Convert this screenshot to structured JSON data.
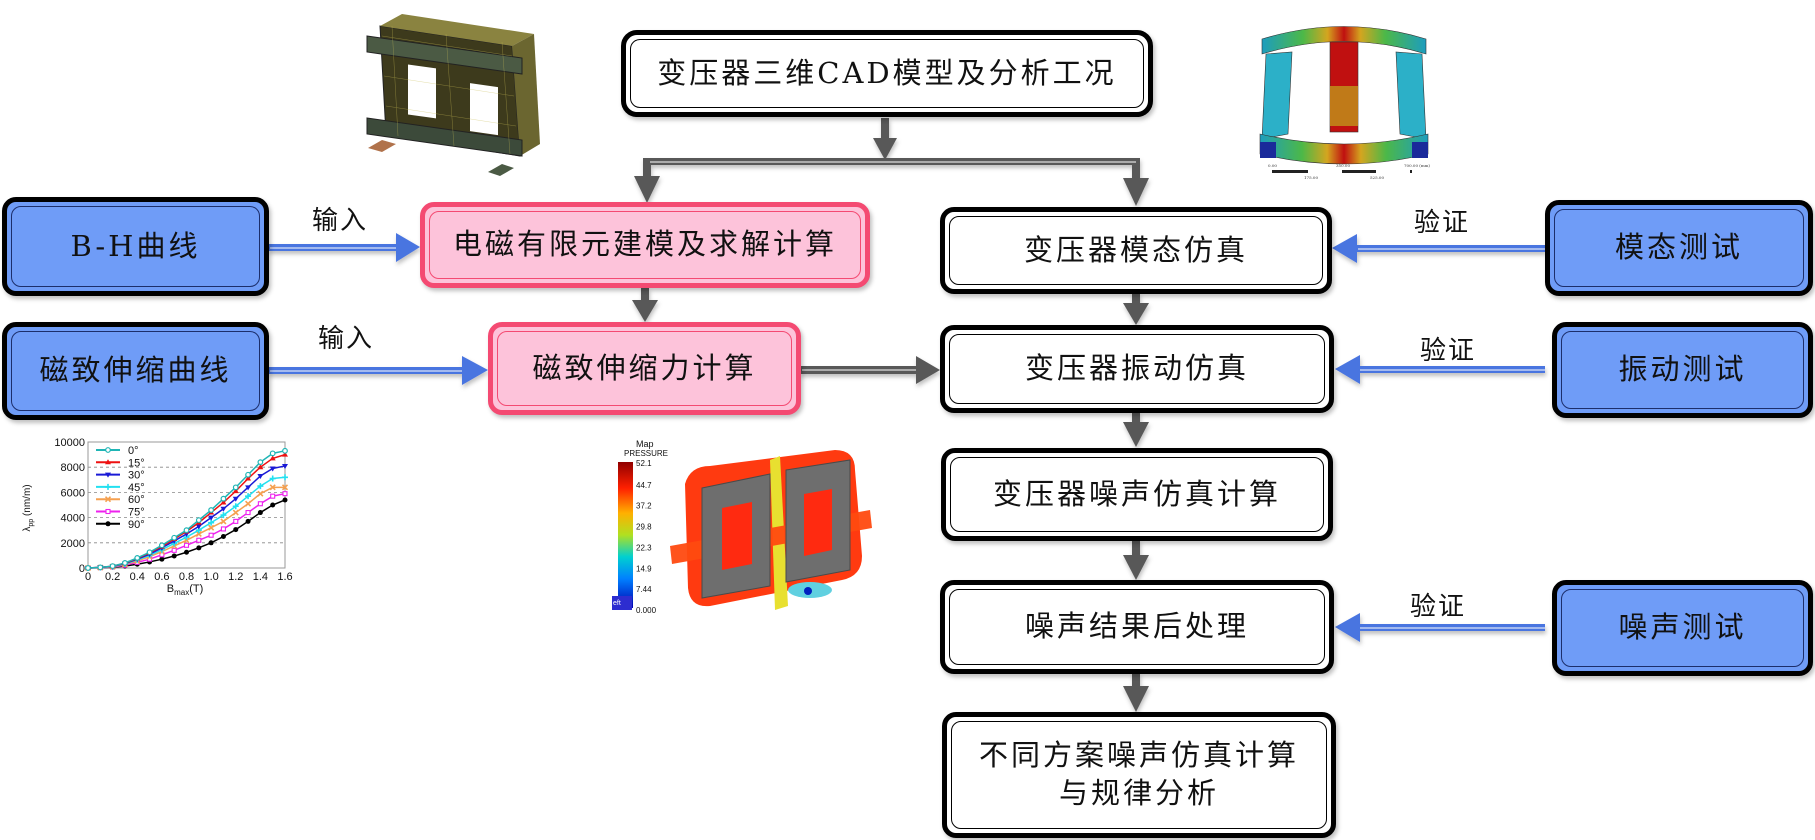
{
  "title_box": "变压器三维CAD模型及分析工况",
  "left_inputs": [
    {
      "label": "B-H曲线",
      "edge_label": "输入"
    },
    {
      "label": "磁致伸缩曲线",
      "edge_label": "输入"
    }
  ],
  "em_boxes": [
    {
      "label": "电磁有限元建模及求解计算"
    },
    {
      "label": "磁致伸缩力计算"
    }
  ],
  "sim_column": [
    {
      "label": "变压器模态仿真"
    },
    {
      "label": "变压器振动仿真"
    },
    {
      "label": "变压器噪声仿真计算"
    },
    {
      "label": "噪声结果后处理"
    },
    {
      "label": "不同方案噪声仿真计算",
      "label2": "与规律分析"
    }
  ],
  "tests": [
    {
      "label": "模态测试",
      "edge_label": "验证"
    },
    {
      "label": "振动测试",
      "edge_label": "验证"
    },
    {
      "label": "噪声测试",
      "edge_label": "验证"
    }
  ],
  "images": {
    "cad_model": "transformer-core-mesh-3d",
    "modal_result": "transformer-modal-shape-contour",
    "modal_scale": {
      "ticks_top": [
        "0.00",
        "350.00",
        "700.00 (mm)"
      ],
      "ticks_bottom": [
        "175.00",
        "525.00"
      ]
    },
    "pressure_map": {
      "title": "Map",
      "variable": "PRESSURE",
      "scale": [
        "52.1",
        "44.7",
        "37.2",
        "29.8",
        "22.3",
        "14.9",
        "7.44",
        "0.000"
      ],
      "logo_text": "eft"
    }
  },
  "colors": {
    "blue_fill": "#6f9cf7",
    "blue_arrow": "#4a74e0",
    "pink_fill": "#fdc3da",
    "pink_border": "#f44a72",
    "gray_arrow": "#595959"
  },
  "chart_data": {
    "type": "line",
    "title": "",
    "xlabel": "B_max(T)",
    "ylabel": "λ_pp (nm/m)",
    "xlim": [
      0,
      1.6
    ],
    "ylim": [
      0,
      10000
    ],
    "xticks": [
      "0",
      "0.2",
      "0.4",
      "0.6",
      "0.8",
      "1.0",
      "1.2",
      "1.4",
      "1.6"
    ],
    "yticks": [
      "0",
      "2000",
      "4000",
      "6000",
      "8000",
      "10000"
    ],
    "grid": "horizontal-dashed",
    "legend": "top-left",
    "x": [
      0,
      0.1,
      0.2,
      0.3,
      0.4,
      0.5,
      0.6,
      0.7,
      0.8,
      0.9,
      1.0,
      1.1,
      1.2,
      1.3,
      1.4,
      1.5,
      1.6
    ],
    "series": [
      {
        "name": "0°",
        "color": "#1fb5b5",
        "marker": "circle-open",
        "values": [
          0,
          50,
          150,
          400,
          800,
          1250,
          1800,
          2400,
          3000,
          3800,
          4600,
          5500,
          6400,
          7400,
          8400,
          9100,
          9300
        ]
      },
      {
        "name": "15°",
        "color": "#ee1111",
        "marker": "triangle-up",
        "values": [
          0,
          50,
          140,
          380,
          760,
          1200,
          1700,
          2300,
          2900,
          3600,
          4400,
          5200,
          6100,
          7100,
          8000,
          8700,
          9000
        ]
      },
      {
        "name": "30°",
        "color": "#1a1ad6",
        "marker": "triangle-down",
        "values": [
          0,
          45,
          130,
          350,
          700,
          1100,
          1600,
          2150,
          2700,
          3300,
          4000,
          4700,
          5500,
          6400,
          7300,
          7900,
          8100
        ]
      },
      {
        "name": "45°",
        "color": "#22e0f0",
        "marker": "plus",
        "values": [
          0,
          40,
          120,
          320,
          650,
          1000,
          1450,
          1950,
          2450,
          3000,
          3600,
          4200,
          4900,
          5700,
          6500,
          7100,
          7200
        ]
      },
      {
        "name": "60°",
        "color": "#f5a050",
        "marker": "x",
        "values": [
          0,
          35,
          100,
          280,
          560,
          900,
          1300,
          1750,
          2200,
          2700,
          3200,
          3700,
          4400,
          5100,
          5900,
          6400,
          6400
        ]
      },
      {
        "name": "75°",
        "color": "#ee22ee",
        "marker": "square-open",
        "values": [
          0,
          30,
          80,
          220,
          450,
          700,
          1050,
          1400,
          1800,
          2200,
          2600,
          3100,
          3700,
          4400,
          5100,
          5700,
          5900
        ]
      },
      {
        "name": "90°",
        "color": "#000000",
        "marker": "circle-filled",
        "values": [
          0,
          20,
          60,
          150,
          300,
          480,
          700,
          950,
          1250,
          1600,
          2000,
          2500,
          3050,
          3700,
          4400,
          5000,
          5400
        ]
      }
    ]
  }
}
